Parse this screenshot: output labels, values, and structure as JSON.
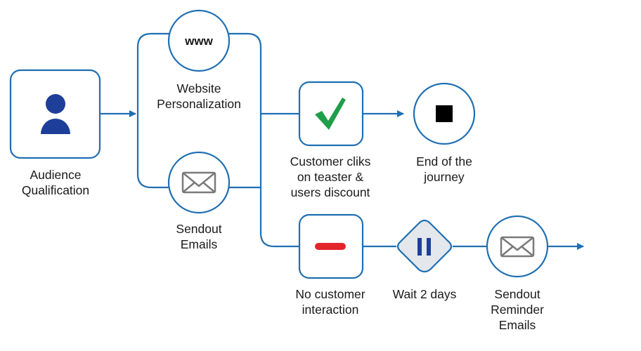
{
  "colors": {
    "stroke": "#1f6fb2",
    "person": "#1d3f9a",
    "check": "#1e9e4a",
    "minus": "#e3242b",
    "pause": "#1d3f9a",
    "diamond_fill": "#e4e7ec",
    "envelope": "#7a7a7a",
    "stop": "#000000"
  },
  "nodes": {
    "audience": {
      "label_lines": [
        "Audience",
        "Qualification"
      ],
      "icon": "person-icon"
    },
    "website": {
      "icon_text": "www",
      "label_lines": [
        "Website",
        "Personalization"
      ],
      "icon": "globe-www-icon"
    },
    "sendout": {
      "label_lines": [
        "Sendout",
        "Emails"
      ],
      "icon": "envelope-icon"
    },
    "customer_clicks": {
      "label_lines": [
        "Customer cliks",
        "on teaster &",
        "users discount"
      ],
      "icon": "checkmark-icon"
    },
    "end": {
      "label_lines": [
        "End of the",
        "journey"
      ],
      "icon": "stop-icon"
    },
    "no_interaction": {
      "label_lines": [
        "No customer",
        "interaction"
      ],
      "icon": "minus-icon"
    },
    "wait": {
      "label_lines": [
        "Wait 2 days"
      ],
      "icon": "pause-icon"
    },
    "reminder": {
      "label_lines": [
        "Sendout",
        "Reminder",
        "Emails"
      ],
      "icon": "envelope-icon"
    }
  }
}
